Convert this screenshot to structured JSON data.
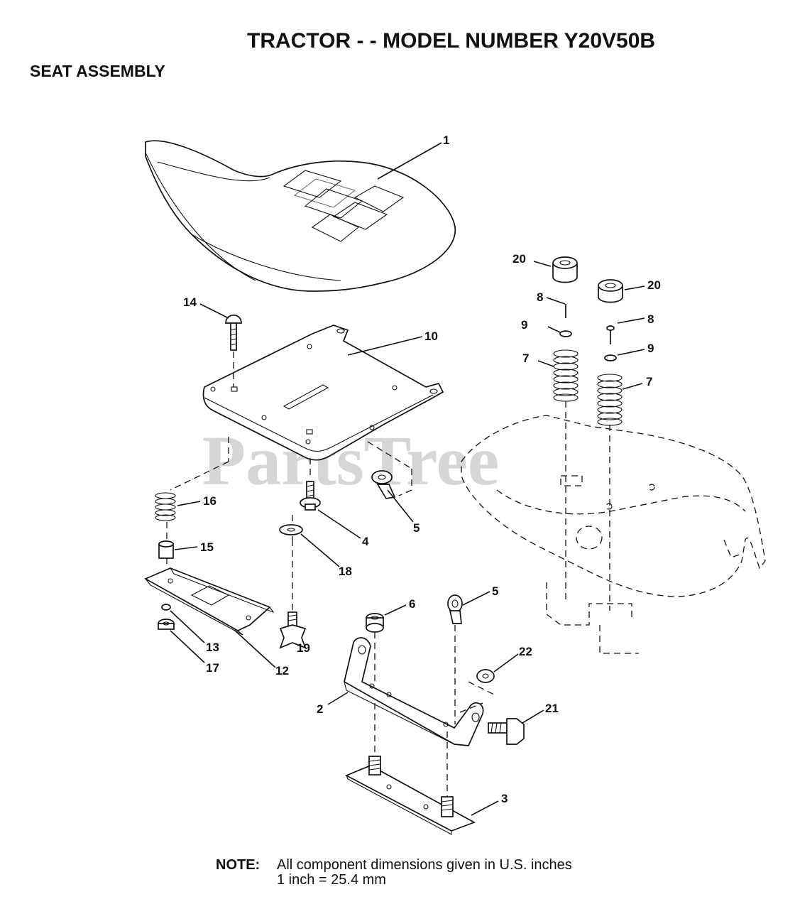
{
  "header": {
    "title": "TRACTOR - - MODEL NUMBER Y20V50B",
    "subtitle": "SEAT ASSEMBLY"
  },
  "watermark": "PartsTree",
  "callouts": {
    "c1": "1",
    "c2": "2",
    "c3": "3",
    "c4": "4",
    "c5a": "5",
    "c5b": "5",
    "c6": "6",
    "c7a": "7",
    "c7b": "7",
    "c8a": "8",
    "c8b": "8",
    "c9a": "9",
    "c9b": "9",
    "c10": "10",
    "c12": "12",
    "c13": "13",
    "c14": "14",
    "c15": "15",
    "c16": "16",
    "c17": "17",
    "c18": "18",
    "c19": "19",
    "c20a": "20",
    "c20b": "20",
    "c21": "21",
    "c22": "22"
  },
  "note": {
    "label": "NOTE:",
    "line1": "All component dimensions given in U.S. inches",
    "line2": "1 inch = 25.4 mm"
  }
}
